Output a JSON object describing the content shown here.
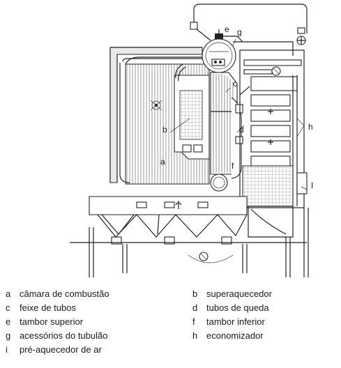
{
  "diagram": {
    "labels": {
      "a": "a",
      "b": "b",
      "c": "c",
      "d": "d",
      "e": "e",
      "f": "f",
      "g": "g",
      "h": "h",
      "i": "I"
    }
  },
  "legend": [
    {
      "key": "a",
      "text": "câmara de combustão"
    },
    {
      "key": "b",
      "text": "superaquecedor"
    },
    {
      "key": "c",
      "text": "feixe de tubos"
    },
    {
      "key": "d",
      "text": "tubos de queda"
    },
    {
      "key": "e",
      "text": "tambor superior"
    },
    {
      "key": "f",
      "text": "tambor inferior"
    },
    {
      "key": "g",
      "text": "acessórios do tubulão"
    },
    {
      "key": "h",
      "text": "economizador"
    },
    {
      "key": "i",
      "text": "pré-aquecedor de ar"
    }
  ]
}
